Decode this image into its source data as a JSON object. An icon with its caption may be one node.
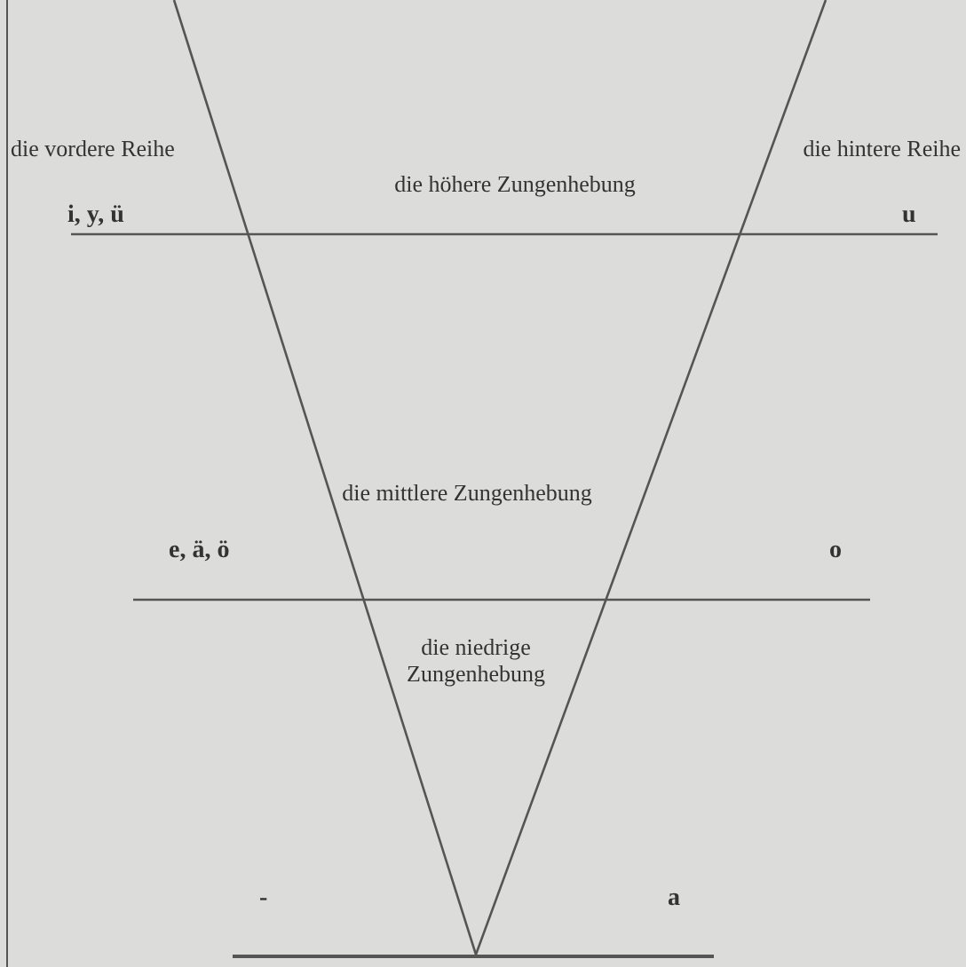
{
  "diagram": {
    "labels": [
      "die vordere Reihe",
      "die hintere Reihe",
      "die höhere Zungenhebung",
      "i, y, ü",
      "u",
      "die mittlere Zungenhebung",
      "e, ä, ö",
      "o",
      "die niedrige Zungenhebung",
      "-",
      "a"
    ]
  }
}
